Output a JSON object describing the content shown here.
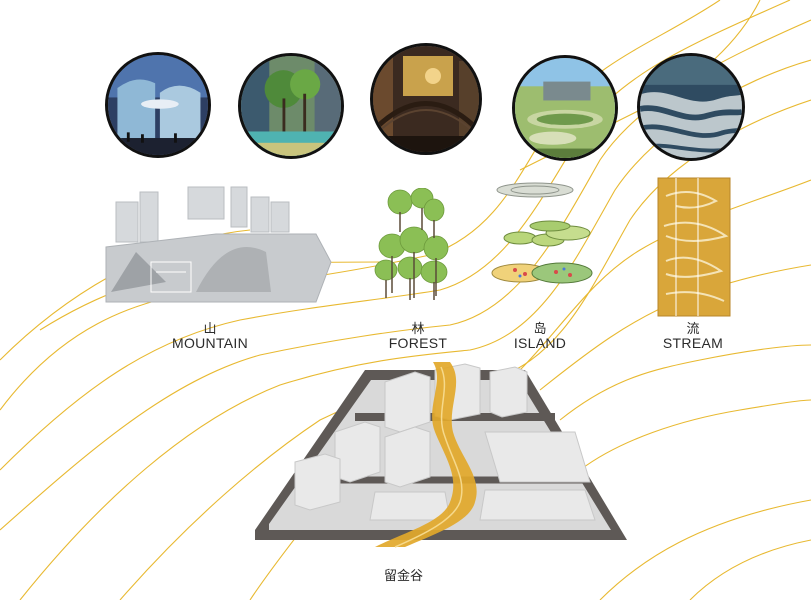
{
  "elements": [
    {
      "zh": "山",
      "en": "MOUNTAIN",
      "photo_icon": "glass-architecture-photo"
    },
    {
      "zh": "林",
      "en": "FOREST",
      "photo_icon": "tree-courtyard-photo"
    },
    {
      "zh": "岛",
      "en": "ISLAND",
      "photo_icon": "interior-bridge-photo"
    },
    {
      "zh": "",
      "en": "",
      "photo_icon": "island-garden-photo"
    },
    {
      "zh": "流",
      "en": "STREAM",
      "photo_icon": "paving-pattern-photo"
    }
  ],
  "site_caption": "留金谷",
  "colors": {
    "flow_line": "#e8b931",
    "valley": "#e2a82a",
    "paving_gold": "#d9a63a",
    "tree_green": "#8bbf55",
    "road": "#5e5956",
    "building": "#e9e9e9",
    "photo_border": "#111111"
  }
}
